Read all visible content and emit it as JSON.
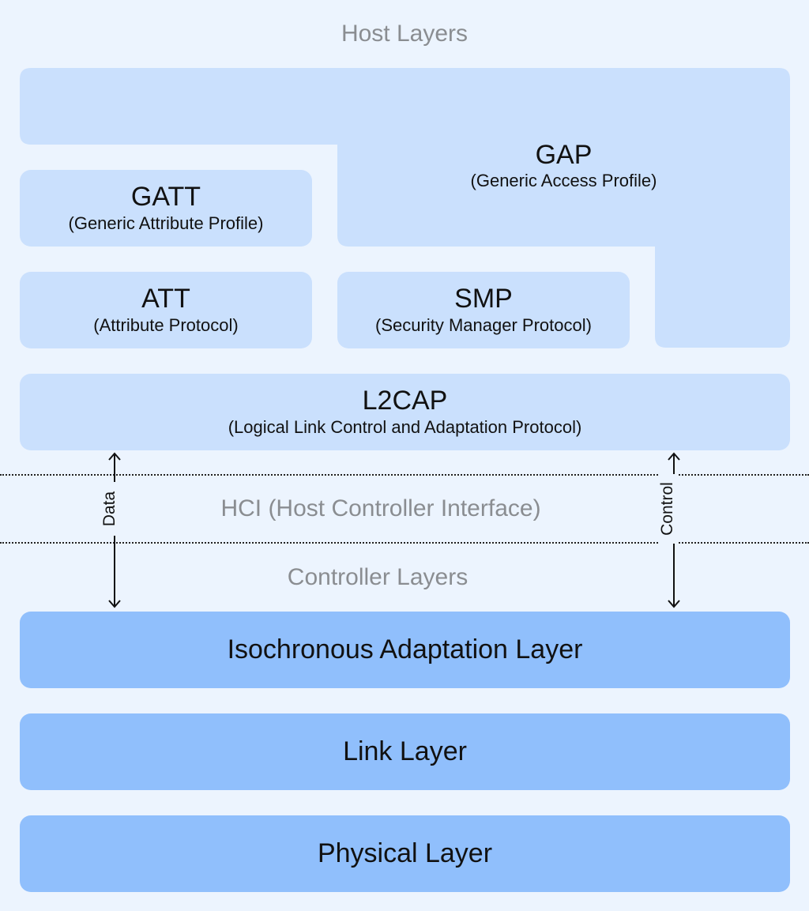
{
  "labels": {
    "host_layers": "Host Layers",
    "hci": "HCI (Host Controller Interface)",
    "controller_layers": "Controller Layers"
  },
  "blocks": {
    "gap": {
      "name": "GAP",
      "sub": "(Generic Access Profile)"
    },
    "gatt": {
      "name": "GATT",
      "sub": "(Generic Attribute Profile)"
    },
    "att": {
      "name": "ATT",
      "sub": "(Attribute Protocol)"
    },
    "smp": {
      "name": "SMP",
      "sub": "(Security Manager Protocol)"
    },
    "l2cap": {
      "name": "L2CAP",
      "sub": "(Logical Link Control and Adaptation Protocol)"
    },
    "isochronous": {
      "name": "Isochronous Adaptation Layer"
    },
    "link": {
      "name": "Link Layer"
    },
    "physical": {
      "name": "Physical Layer"
    }
  },
  "arrows": {
    "data": "Data",
    "control": "Control"
  },
  "colors": {
    "background": "#ecf4fe",
    "host_block": "#cae0fd",
    "controller_block": "#90bffc",
    "label_gray": "#8a8d91"
  }
}
